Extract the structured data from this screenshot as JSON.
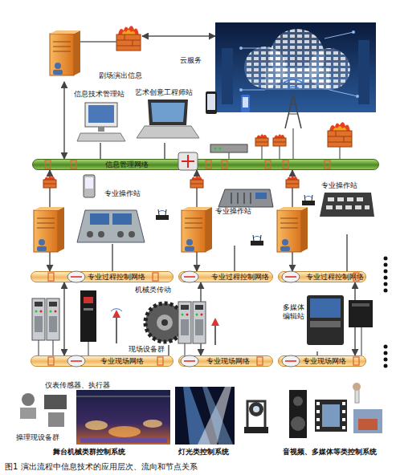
{
  "diagram": {
    "caption": "图1 演出流程中信息技术的应用层次、流向和节点关系",
    "nodes": [
      {
        "text": [
          "剧场演出信息"
        ]
      },
      {
        "text": [
          "云服务"
        ]
      },
      {
        "text": [
          "信息技术管理站"
        ]
      },
      {
        "text": [
          "艺术创意工程师站"
        ]
      },
      {
        "text": [
          "信息管理网络"
        ]
      },
      {
        "text": [
          "专业操作站"
        ]
      },
      {
        "text": [
          "专业操作站"
        ]
      },
      {
        "text": [
          "专业操作站"
        ]
      },
      {
        "text": [
          "专业过程控制网络"
        ]
      },
      {
        "text": [
          "专业过程控制网络"
        ]
      },
      {
        "text": [
          "专业过程控制网络"
        ]
      },
      {
        "text": [
          "机械类传动"
        ]
      },
      {
        "text": [
          "多媒体编辑站"
        ]
      },
      {
        "text": [
          "专业现场网络"
        ]
      },
      {
        "text": [
          "专业现场网络"
        ]
      },
      {
        "text": [
          "专业现场网络"
        ]
      }
    ],
    "edges": [
      {
        "from": 0,
        "to": 1,
        "arrow": "both"
      },
      {
        "from": 0,
        "to": 4,
        "arrow": "both"
      },
      {
        "from": 2,
        "to": 4,
        "arrow": "none"
      },
      {
        "from": 3,
        "to": 4,
        "arrow": "none"
      },
      {
        "from": 4,
        "to": 8,
        "arrow": "both"
      },
      {
        "from": 4,
        "to": 9,
        "arrow": "both"
      },
      {
        "from": 4,
        "to": 10,
        "arrow": "both"
      },
      {
        "from": 5,
        "to": 8,
        "arrow": "none"
      },
      {
        "from": 6,
        "to": 9,
        "arrow": "none"
      },
      {
        "from": 7,
        "to": 10,
        "arrow": "none"
      },
      {
        "from": 8,
        "to": 13,
        "arrow": "both"
      },
      {
        "from": 9,
        "to": 14,
        "arrow": "both"
      },
      {
        "from": 10,
        "to": 15,
        "arrow": "both"
      },
      {
        "from": 11,
        "to": 13,
        "arrow": "none"
      },
      {
        "from": 12,
        "to": 15,
        "arrow": "none"
      }
    ],
    "labels": [
      "现场设备群",
      "仪表传感器、执行器",
      "操理现设备群",
      "舞台机械类群控制系统",
      "灯光类控制系统",
      "音视频、多媒体等类控制系统"
    ]
  }
}
